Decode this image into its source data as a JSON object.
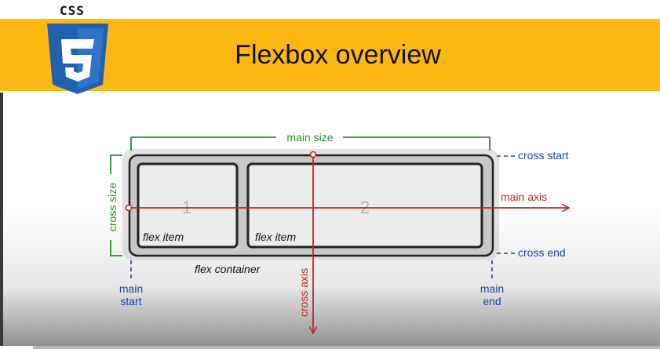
{
  "header": {
    "css_label": "CSS",
    "title": "Flexbox overview",
    "banner_color": "#FDB813",
    "logo_icon": "css3-shield-icon"
  },
  "diagram": {
    "main_size": "main size",
    "cross_size": "cross size",
    "cross_start": "cross start",
    "cross_end": "cross end",
    "main_axis": "main axis",
    "cross_axis": "cross axis",
    "main_start": [
      "main",
      "start"
    ],
    "main_end": [
      "main",
      "end"
    ],
    "flex_container": "flex container",
    "items": [
      {
        "number": "1",
        "label": "flex item"
      },
      {
        "number": "2",
        "label": "flex item"
      }
    ],
    "colors": {
      "green": "#2f8a2f",
      "blue": "#1f3f9e",
      "red": "#b52a2a"
    }
  },
  "video": {
    "progress": 0.05
  }
}
